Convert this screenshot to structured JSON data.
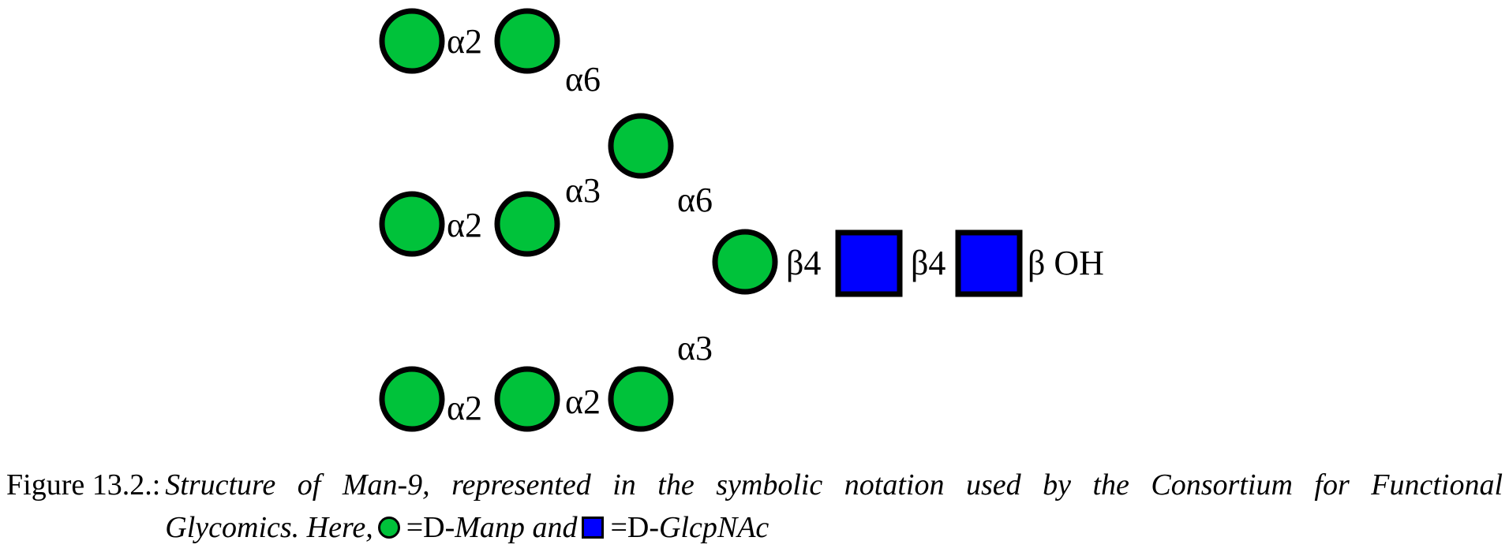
{
  "colors": {
    "mannose_fill": "#00c23a",
    "glcnac_fill": "#0000ff",
    "outline": "#000000"
  },
  "residues": [
    {
      "id": "m_top_left",
      "shape": "circle",
      "monosaccharide": "Man"
    },
    {
      "id": "m_top_right",
      "shape": "circle",
      "monosaccharide": "Man"
    },
    {
      "id": "m_upper_branch",
      "shape": "circle",
      "monosaccharide": "Man"
    },
    {
      "id": "m_mid_left",
      "shape": "circle",
      "monosaccharide": "Man"
    },
    {
      "id": "m_mid_right",
      "shape": "circle",
      "monosaccharide": "Man"
    },
    {
      "id": "m_core",
      "shape": "circle",
      "monosaccharide": "Man"
    },
    {
      "id": "g_1",
      "shape": "square",
      "monosaccharide": "GlcNAc"
    },
    {
      "id": "g_2",
      "shape": "square",
      "monosaccharide": "GlcNAc"
    },
    {
      "id": "m_bot_left",
      "shape": "circle",
      "monosaccharide": "Man"
    },
    {
      "id": "m_bot_mid",
      "shape": "circle",
      "monosaccharide": "Man"
    },
    {
      "id": "m_bot_right",
      "shape": "circle",
      "monosaccharide": "Man"
    }
  ],
  "linkages": [
    {
      "from": "m_top_left",
      "to": "m_top_right",
      "label": "α2"
    },
    {
      "from": "m_top_right",
      "to": "m_upper_branch",
      "label": "α6"
    },
    {
      "from": "m_mid_left",
      "to": "m_mid_right",
      "label": "α2"
    },
    {
      "from": "m_mid_right",
      "to": "m_upper_branch",
      "label": "α3"
    },
    {
      "from": "m_upper_branch",
      "to": "m_core",
      "label": "α6"
    },
    {
      "from": "m_core",
      "to": "g_1",
      "label": "β4"
    },
    {
      "from": "g_1",
      "to": "g_2",
      "label": "β4"
    },
    {
      "from": "m_bot_left",
      "to": "m_bot_mid",
      "label": "α2"
    },
    {
      "from": "m_bot_mid",
      "to": "m_bot_right",
      "label": "α2"
    },
    {
      "from": "m_bot_right",
      "to": "m_core",
      "label": "α3"
    }
  ],
  "reducing_end_label": "β OH",
  "caption": {
    "label": "Figure 13.2.:",
    "line1": "Structure of Man-9, represented in the symbolic notation used by the Consortium for Functional",
    "line2_prefix": "Glycomics. Here,",
    "legend_eq": "=",
    "legend_d": "D",
    "legend_man": "-Manp",
    "legend_and": "and",
    "legend_glcnac": "-GlcpNAc"
  }
}
